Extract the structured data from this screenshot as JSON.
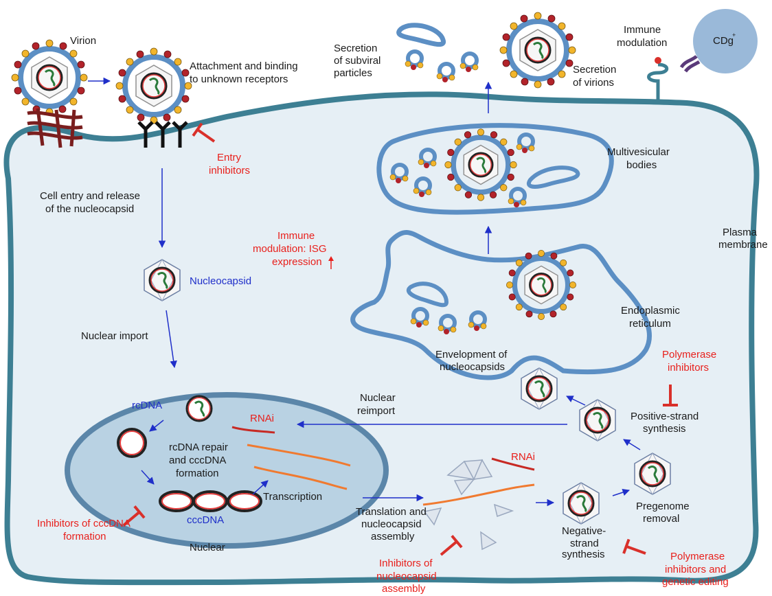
{
  "labels": {
    "virion": "Virion",
    "attach_1": "Attachment and binding",
    "attach_2": "to unknown receptors",
    "secretion_subviral_1": "Secretion",
    "secretion_subviral_2": "of subviral",
    "secretion_subviral_3": "particles",
    "immune_mod_1": "Immune",
    "immune_mod_2": "modulation",
    "cd8": "CDg",
    "cd8_sup": "+",
    "secretion_virions_1": "Secretion",
    "secretion_virions_2": "of virions",
    "entry_inhib_1": "Entry",
    "entry_inhib_2": "inhibitors",
    "mvb_1": "Multivesicular",
    "mvb_2": "bodies",
    "cell_entry_1": "Cell entry and release",
    "cell_entry_2": "of the nucleocapsid",
    "immune_isg_1": "Immune",
    "immune_isg_2": "modulation: ISG",
    "immune_isg_3": "expression",
    "plasma_1": "Plasma",
    "plasma_2": "membrane",
    "nucleocapsid": "Nucleocapsid",
    "er_1": "Endoplasmic",
    "er_2": "reticulum",
    "nuclear_import": "Nuclear import",
    "envelopment_1": "Envelopment of",
    "envelopment_2": "nucleocapsids",
    "pol_inhib_1": "Polymerase",
    "pol_inhib_2": "inhibitors",
    "nuclear_reimport_1": "Nuclear",
    "nuclear_reimport_2": "reimport",
    "rcdna": "rcDNA",
    "rnai_1": "RNAi",
    "pos_strand_1": "Positive-strand",
    "pos_strand_2": "synthesis",
    "repair_1": "rcDNA repair",
    "repair_2": "and cccDNA",
    "repair_3": "formation",
    "rnai_2": "RNAi",
    "transcription": "Transcription",
    "pregenome_1": "Pregenome",
    "pregenome_2": "removal",
    "translation_1": "Translation and",
    "translation_2": "nucleocapsid",
    "translation_3": "assembly",
    "inhib_ccc_1": "Inhibitors of cccDNA",
    "inhib_ccc_2": "formation",
    "cccdna": "cccDNA",
    "neg_strand_1": "Negative-",
    "neg_strand_2": "strand",
    "neg_strand_3": "synthesis",
    "nuclear": "Nuclear",
    "inhib_nc_1": "Inhibitors of",
    "inhib_nc_2": "nucleocapsid",
    "inhib_nc_3": "assembly",
    "pol_gen_1": "Polymerase",
    "pol_gen_2": "inhibitors and",
    "pol_gen_3": "genetic editing"
  },
  "colors": {
    "membrane": "#3d7f93",
    "cytoplasm": "#e6eff5",
    "nucleus_fill": "#b9d2e3",
    "nucleus_border": "#5b86a9",
    "envelope": "#5c8fc4",
    "red_text": "#e8201c",
    "blue_text": "#1f2fc9",
    "inhibitor": "#d9302a",
    "rna_orange": "#f07a30",
    "cd8_cell": "#9ab9d9"
  }
}
